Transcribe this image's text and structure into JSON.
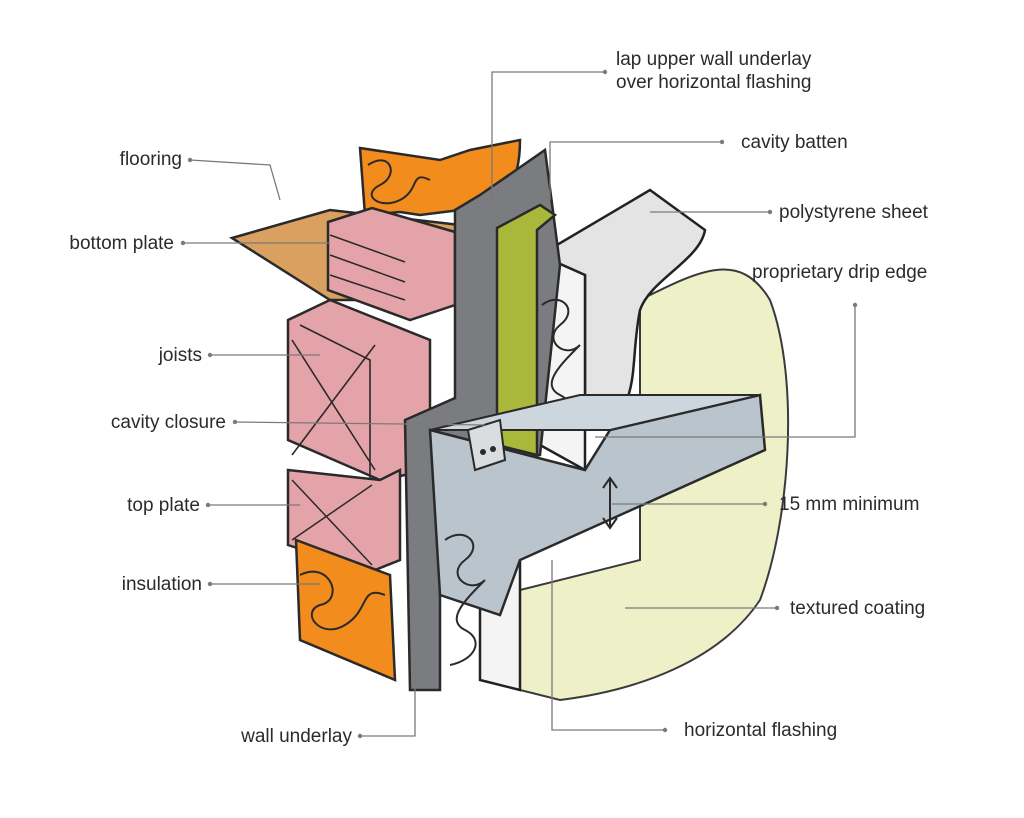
{
  "labels": {
    "flooring": "flooring",
    "bottom_plate": "bottom plate",
    "joists": "joists",
    "cavity_closure": "cavity closure",
    "top_plate": "top plate",
    "insulation": "insulation",
    "wall_underlay": "wall underlay",
    "lap_upper_line1": "lap upper wall underlay",
    "lap_upper_line2": "over horizontal flashing",
    "cavity_batten": "cavity batten",
    "polystyrene_sheet": "polystyrene sheet",
    "proprietary_drip_edge": "proprietary drip edge",
    "min_gap": "15 mm minimum",
    "textured_coating": "textured coating",
    "horizontal_flashing": "horizontal flashing"
  },
  "colors": {
    "insulation_orange": "#f28c1c",
    "timber_pink": "#e3a3a8",
    "flooring_tan": "#d9a060",
    "underlay_grey": "#7b7c7f",
    "batten_green": "#a9b83a",
    "polystyrene_grey": "#e4e4e4",
    "coating_cream": "#eef0c8",
    "flashing_blue_grey": "#b9c4cc",
    "leader_grey": "#7a7a7a"
  }
}
